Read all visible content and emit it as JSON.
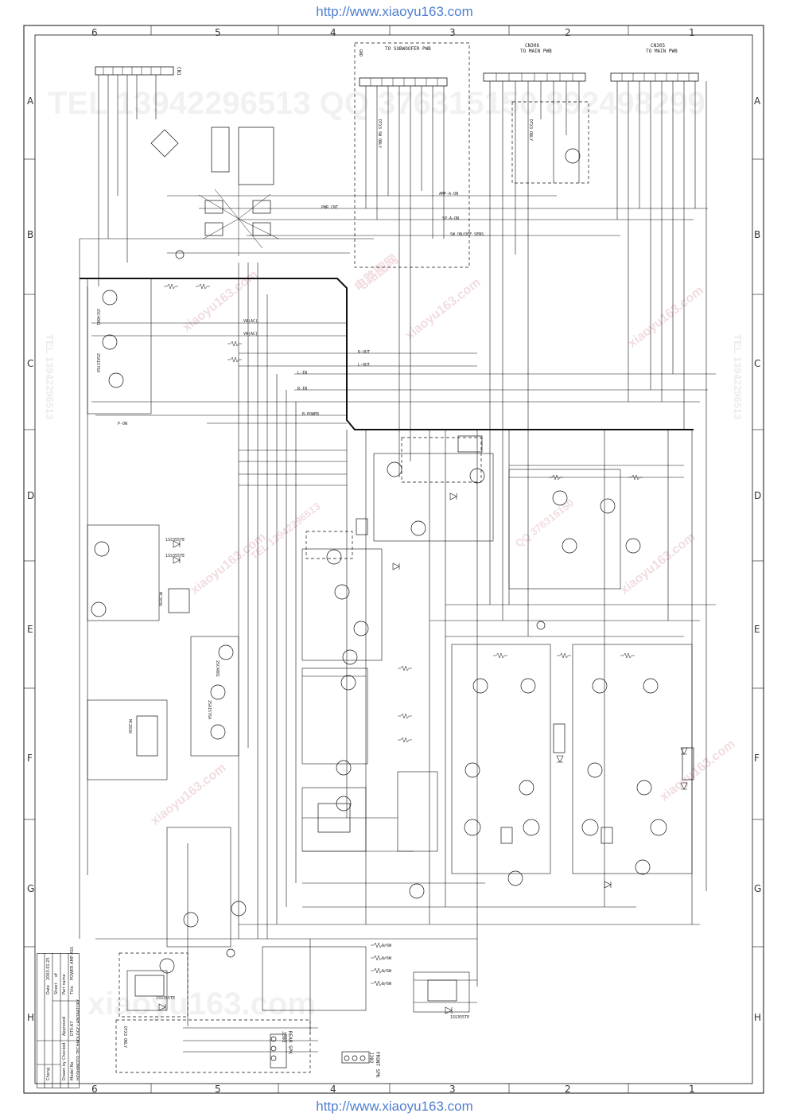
{
  "source_url": "http://www.xiaoyu163.com",
  "column_markers_top": [
    "6",
    "5",
    "4",
    "3",
    "2",
    "1"
  ],
  "column_markers_bottom": [
    "6",
    "5",
    "4",
    "3",
    "2",
    "1"
  ],
  "row_markers_left": [
    "A",
    "B",
    "C",
    "D",
    "E",
    "F",
    "G",
    "H"
  ],
  "row_markers_right": [
    "A",
    "B",
    "C",
    "D",
    "E",
    "F",
    "G",
    "H"
  ],
  "connectors": {
    "subwoofer": {
      "ref": "",
      "title": "TO SUBWOOFER PWB"
    },
    "cn306": {
      "ref": "CN306",
      "title": "TO MAIN PWB"
    },
    "cn305": {
      "ref": "CN305",
      "title": "TO MAIN PWB"
    },
    "front_spk": {
      "ref": "J302",
      "title": "FRONT SPK"
    },
    "rear_spk": {
      "ref": "J303",
      "title": "REAR SPK"
    },
    "ac_in": {
      "ref": "CN1"
    }
  },
  "net_labels": {
    "pwr_cnt": "PWR CNT",
    "sp_a_on": "SP-A-ON",
    "sw_on_off": "SW ON/OFF SENS",
    "amp_a_on": "AMP-A-ON",
    "r_out": "R-OUT",
    "l_out": "L-OUT",
    "va_ac_1": "VA(AC)",
    "va_ac_2": "VA(AC)",
    "p_on": "P-ON",
    "r_in": "R-IN",
    "l_in": "L-IN",
    "b_power": "B-POWER",
    "gnd": "GND"
  },
  "parts": {
    "d_1n5355": "1SS355TE",
    "q_2sc": "2SC4081",
    "q_2sa": "2SA1576A",
    "ic": "MC2836",
    "l_vt": "1/6W"
  },
  "notes": {
    "sub_only": "DTX3 SW ONLY",
    "dtx3_only": "DTX3 ONLY",
    "rear_only": "DTX3 ONLY"
  },
  "title_block": {
    "company": "HOSHIMOTO TECHNOLOGY LABORATORY",
    "model_no_label": "Model No",
    "model_no": "DTX-A7",
    "title_label": "Title",
    "title": "POWER AMP ASS",
    "drawn_label": "Drawn by",
    "checked_label": "Checked",
    "approved_label": "Approved",
    "part_label": "Part name",
    "sheet_label": "Sheet",
    "of_label": "of",
    "date_label": "Date",
    "date": "2003.01.25",
    "checker": "Cheng"
  },
  "watermarks": {
    "tel": "TEL 13942296513",
    "qq": "QQ 376315150",
    "brand": "xiaoyu163.com",
    "cn": "电路图网",
    "big": "TEL 13942296513 QQ 376315150 892498299"
  }
}
